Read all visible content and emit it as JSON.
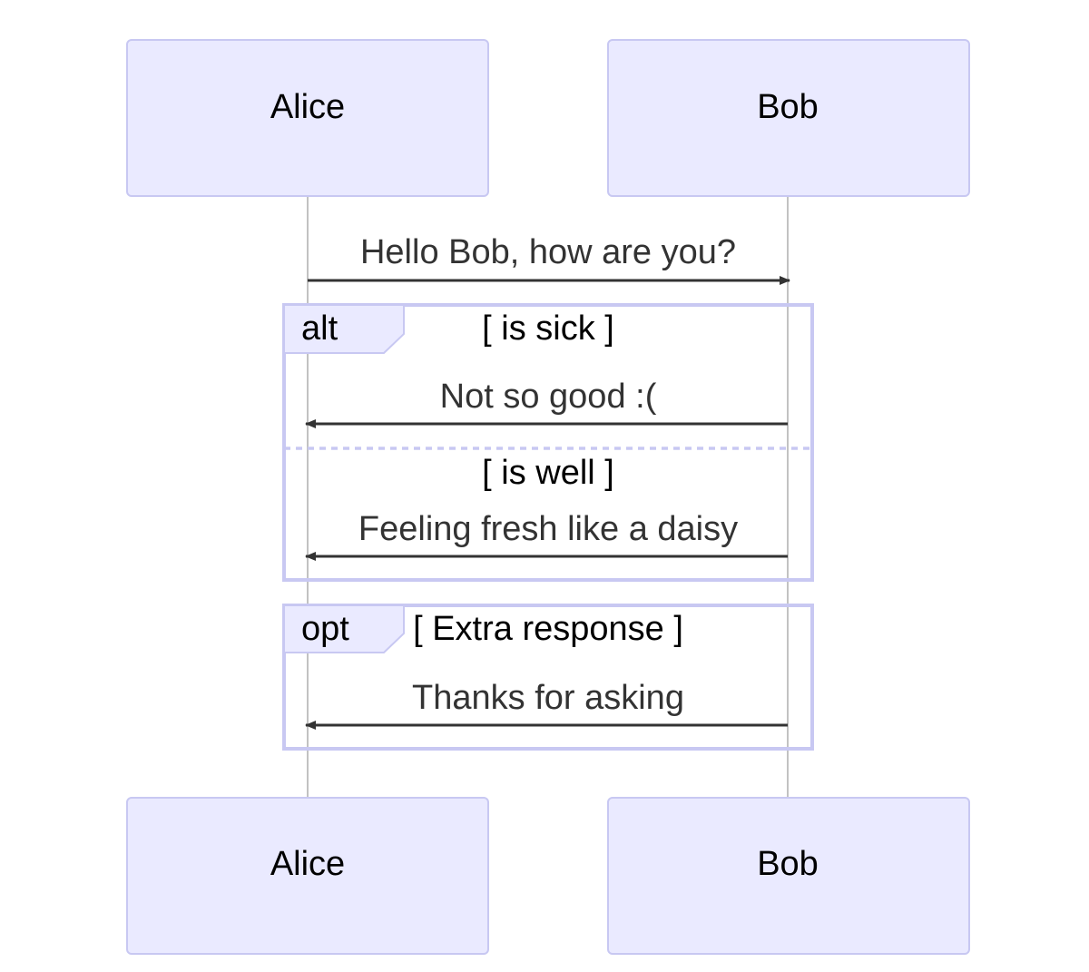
{
  "actors": {
    "left": "Alice",
    "right": "Bob"
  },
  "messages": [
    {
      "from": "Alice",
      "to": "Bob",
      "text": "Hello Bob, how are you?"
    },
    {
      "from": "Bob",
      "to": "Alice",
      "text": "Not so good :("
    },
    {
      "from": "Bob",
      "to": "Alice",
      "text": "Feeling fresh like a daisy"
    },
    {
      "from": "Bob",
      "to": "Alice",
      "text": "Thanks for asking"
    }
  ],
  "frames": {
    "alt": {
      "keyword": "alt",
      "condition": "[ is sick ]",
      "else_condition": "[ is well ]"
    },
    "opt": {
      "keyword": "opt",
      "condition": "[ Extra response ]"
    }
  },
  "colors": {
    "actor_fill": "#eaeaff",
    "actor_border": "#c8c8f2",
    "message_line": "#333333",
    "lifeline": "#999999"
  }
}
